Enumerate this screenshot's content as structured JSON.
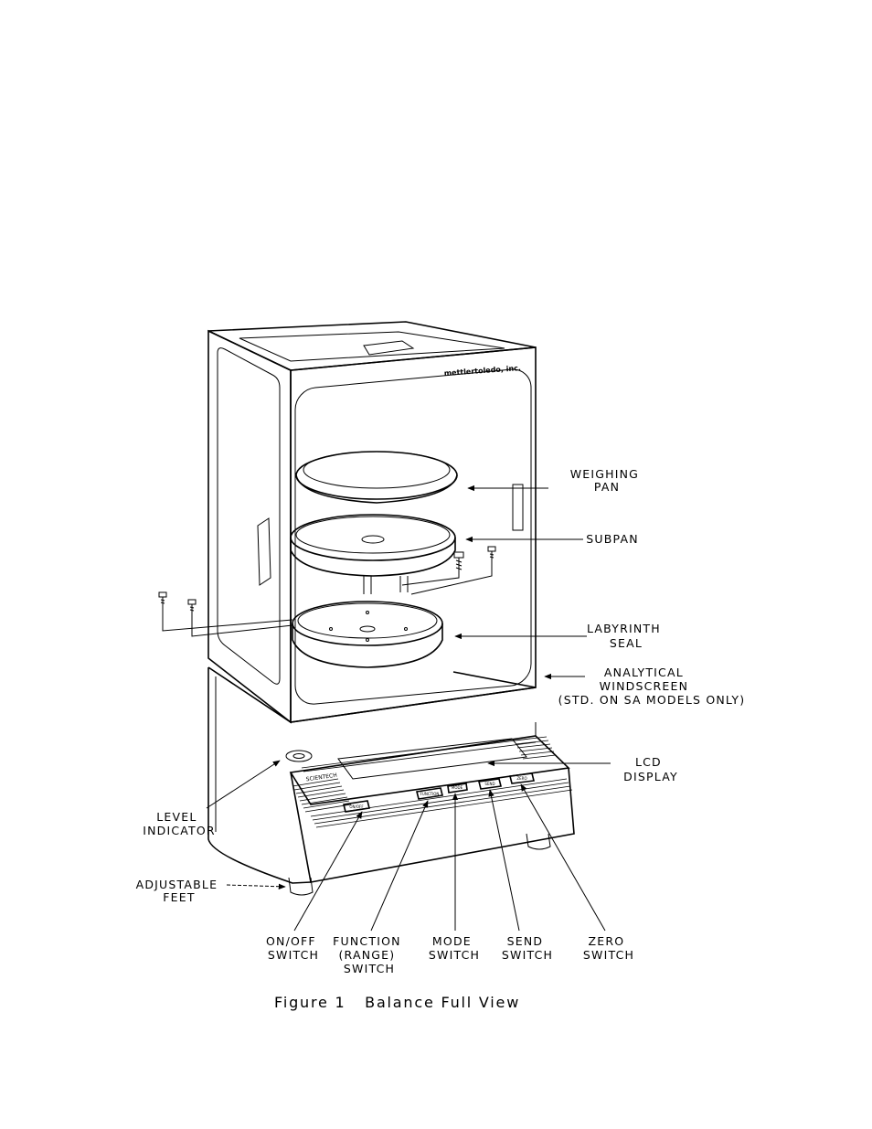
{
  "brand": "mettlertoledo, inc.",
  "panel_brand": "SCIENTECH",
  "button_texts": [
    "ON/OFF",
    "FUNCTION",
    "MODE",
    "SEND",
    "ZERO"
  ],
  "labels": {
    "weighing_pan": [
      "WEIGHING",
      "PAN"
    ],
    "subpan": [
      "SUBPAN"
    ],
    "labyrinth_seal": [
      "LABYRINTH",
      "SEAL"
    ],
    "windscreen": [
      "ANALYTICAL",
      "WINDSCREEN",
      "(STD. ON SA MODELS ONLY)"
    ],
    "lcd_display": [
      "LCD",
      "DISPLAY"
    ],
    "level_indicator": [
      "LEVEL",
      "INDICATOR"
    ],
    "adjustable_feet": [
      "ADJUSTABLE",
      "FEET"
    ],
    "on_off_switch": [
      "ON/OFF",
      "SWITCH"
    ],
    "function_switch": [
      "FUNCTION",
      "(RANGE)",
      "SWITCH"
    ],
    "mode_switch": [
      "MODE",
      "SWITCH"
    ],
    "send_switch": [
      "SEND",
      "SWITCH"
    ],
    "zero_switch": [
      "ZERO",
      "SWITCH"
    ]
  },
  "caption": "Figure 1   Balance Full View"
}
